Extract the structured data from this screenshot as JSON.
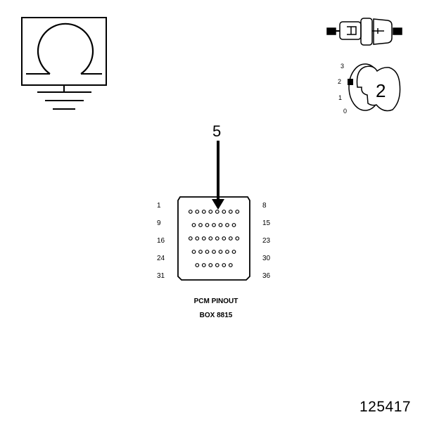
{
  "diagram": {
    "ohmmeter_symbol": {
      "icon": "ohm-ground-icon",
      "glyph": "Ω"
    },
    "connector_view": {
      "icon": "test-probe-connector-icon"
    },
    "key_switch": {
      "icon": "ignition-key-icon",
      "positions": [
        "3",
        "2",
        "1",
        "0"
      ],
      "callout": "2"
    },
    "pinout": {
      "callout": "5",
      "left_labels": [
        "1",
        "9",
        "16",
        "24",
        "31"
      ],
      "right_labels": [
        "8",
        "15",
        "23",
        "30",
        "36"
      ],
      "rows": [
        8,
        7,
        8,
        7,
        6
      ],
      "title": "PCM PINOUT",
      "subtitle": "BOX 8815"
    },
    "figure_id": "125417"
  }
}
